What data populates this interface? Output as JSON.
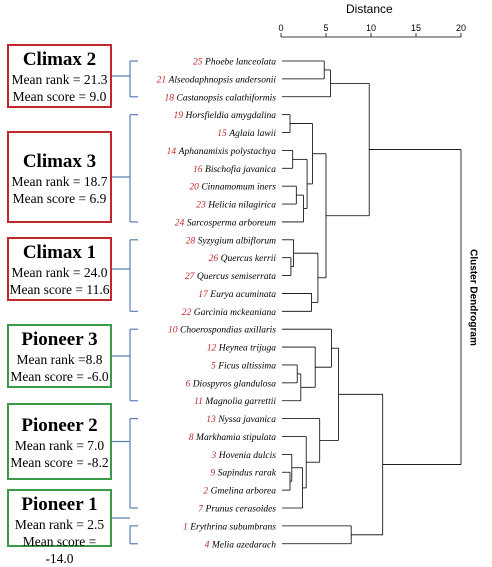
{
  "header": {
    "axis_title": "Distance",
    "side_title": "Cluster Dendrogram"
  },
  "axis": {
    "ticks": [
      "0",
      "5",
      "10",
      "15",
      "20"
    ],
    "tick_values": [
      0,
      5,
      10,
      15,
      20
    ],
    "range": [
      0,
      20
    ]
  },
  "colors": {
    "climax": "#c0282d",
    "pioneer": "#3a9a4a",
    "bracket": "#5a7fb5",
    "number": "#c0282d"
  },
  "groups": [
    {
      "title": "Climax 2",
      "rank": "Mean rank = 21.3",
      "score": "Mean score = 9.0",
      "kind": "climax",
      "leaf_range": [
        0,
        2
      ]
    },
    {
      "title": "Climax 3",
      "rank": "Mean rank = 18.7",
      "score": "Mean score = 6.9",
      "kind": "climax",
      "leaf_range": [
        3,
        9
      ]
    },
    {
      "title": "Climax 1",
      "rank": "Mean rank = 24.0",
      "score": "Mean score = 11.6",
      "kind": "climax",
      "leaf_range": [
        10,
        14
      ]
    },
    {
      "title": "Pioneer 3",
      "rank": "Mean rank =8.8",
      "score": "Mean score = -6.0",
      "kind": "pioneer",
      "leaf_range": [
        15,
        19
      ]
    },
    {
      "title": "Pioneer 2",
      "rank": "Mean rank = 7.0",
      "score": "Mean score = -8.2",
      "kind": "pioneer",
      "leaf_range": [
        20,
        25
      ]
    },
    {
      "title": "Pioneer 1",
      "rank": "Mean rank = 2.5",
      "score": "Mean score = -14.0",
      "kind": "pioneer",
      "leaf_range": [
        26,
        27
      ]
    }
  ],
  "leaves": [
    {
      "num": "25",
      "name": "Phoebe lanceolata"
    },
    {
      "num": "21",
      "name": "Alseodaphnopsis andersonii"
    },
    {
      "num": "18",
      "name": "Castanopsis calathiformis"
    },
    {
      "num": "19",
      "name": "Horsfieldia amygdalina"
    },
    {
      "num": "15",
      "name": "Aglaia lawii"
    },
    {
      "num": "14",
      "name": "Aphanamixis polystachya"
    },
    {
      "num": "16",
      "name": "Bischofia javanica"
    },
    {
      "num": "20",
      "name": "Cinnamomum iners"
    },
    {
      "num": "23",
      "name": "Helicia nilagirica"
    },
    {
      "num": "24",
      "name": "Sarcosperma arboreum"
    },
    {
      "num": "28",
      "name": "Syzygium albiflorum"
    },
    {
      "num": "26",
      "name": "Quercus kerrii"
    },
    {
      "num": "27",
      "name": "Quercus semiserrata"
    },
    {
      "num": "17",
      "name": "Eurya acuminata"
    },
    {
      "num": "22",
      "name": "Garcinia mckeaniana"
    },
    {
      "num": "10",
      "name": "Choerospondias axillaris"
    },
    {
      "num": "12",
      "name": "Heynea trijuga"
    },
    {
      "num": "5",
      "name": "Ficus altissima"
    },
    {
      "num": "6",
      "name": "Diospyros glandulosa"
    },
    {
      "num": "11",
      "name": "Magnolia garrettii"
    },
    {
      "num": "13",
      "name": "Nyssa javanica"
    },
    {
      "num": "8",
      "name": "Markhamia stipulata"
    },
    {
      "num": "3",
      "name": "Hovenia dulcis"
    },
    {
      "num": "9",
      "name": "Sapindus rarak"
    },
    {
      "num": "2",
      "name": "Gmelina arborea"
    },
    {
      "num": "7",
      "name": "Prunus cerasoides"
    },
    {
      "num": "1",
      "name": "Erythrina subumbrans"
    },
    {
      "num": "4",
      "name": "Melia azedarach"
    }
  ],
  "merges": [
    {
      "id": "m1",
      "children": [
        "L3",
        "L4"
      ],
      "height": 1.0
    },
    {
      "id": "m2",
      "children": [
        "L5",
        "L6"
      ],
      "height": 1.3
    },
    {
      "id": "m3",
      "children": [
        "L7",
        "L8"
      ],
      "height": 1.7
    },
    {
      "id": "m4",
      "children": [
        "m3",
        "L9"
      ],
      "height": 2.5
    },
    {
      "id": "m5",
      "children": [
        "m2",
        "m4"
      ],
      "height": 2.9
    },
    {
      "id": "m6",
      "children": [
        "m1",
        "m5"
      ],
      "height": 3.5
    },
    {
      "id": "m7",
      "children": [
        "L0",
        "L1"
      ],
      "height": 4.8
    },
    {
      "id": "m8",
      "children": [
        "m7",
        "L2"
      ],
      "height": 5.5
    },
    {
      "id": "m9",
      "children": [
        "L11",
        "L12"
      ],
      "height": 1.1
    },
    {
      "id": "m10",
      "children": [
        "L10",
        "m9"
      ],
      "height": 1.4
    },
    {
      "id": "m11",
      "children": [
        "L13",
        "L14"
      ],
      "height": 3.4
    },
    {
      "id": "m12",
      "children": [
        "m10",
        "m11"
      ],
      "height": 4.1
    },
    {
      "id": "m13",
      "children": [
        "m6",
        "m12"
      ],
      "height": 5.0
    },
    {
      "id": "m14",
      "children": [
        "m8",
        "m13"
      ],
      "height": 9.8
    },
    {
      "id": "m15",
      "children": [
        "L17",
        "L18"
      ],
      "height": 1.8
    },
    {
      "id": "m16",
      "children": [
        "m15",
        "L19"
      ],
      "height": 2.2
    },
    {
      "id": "m17",
      "children": [
        "L16",
        "m16"
      ],
      "height": 3.8
    },
    {
      "id": "m18",
      "children": [
        "L15",
        "m17"
      ],
      "height": 5.6
    },
    {
      "id": "m19",
      "children": [
        "L23",
        "L24"
      ],
      "height": 1.0
    },
    {
      "id": "m20",
      "children": [
        "L22",
        "m19"
      ],
      "height": 1.2
    },
    {
      "id": "m21",
      "children": [
        "m20",
        "L25"
      ],
      "height": 2.4
    },
    {
      "id": "m22",
      "children": [
        "L21",
        "m21"
      ],
      "height": 2.8
    },
    {
      "id": "m23",
      "children": [
        "L20",
        "m22"
      ],
      "height": 4.3
    },
    {
      "id": "m24",
      "children": [
        "m18",
        "m23"
      ],
      "height": 6.4
    },
    {
      "id": "m25",
      "children": [
        "L26",
        "L27"
      ],
      "height": 7.8
    },
    {
      "id": "m26",
      "children": [
        "m24",
        "m25"
      ],
      "height": 11.3
    },
    {
      "id": "m27",
      "children": [
        "m14",
        "m26"
      ],
      "height": 20.0
    }
  ]
}
